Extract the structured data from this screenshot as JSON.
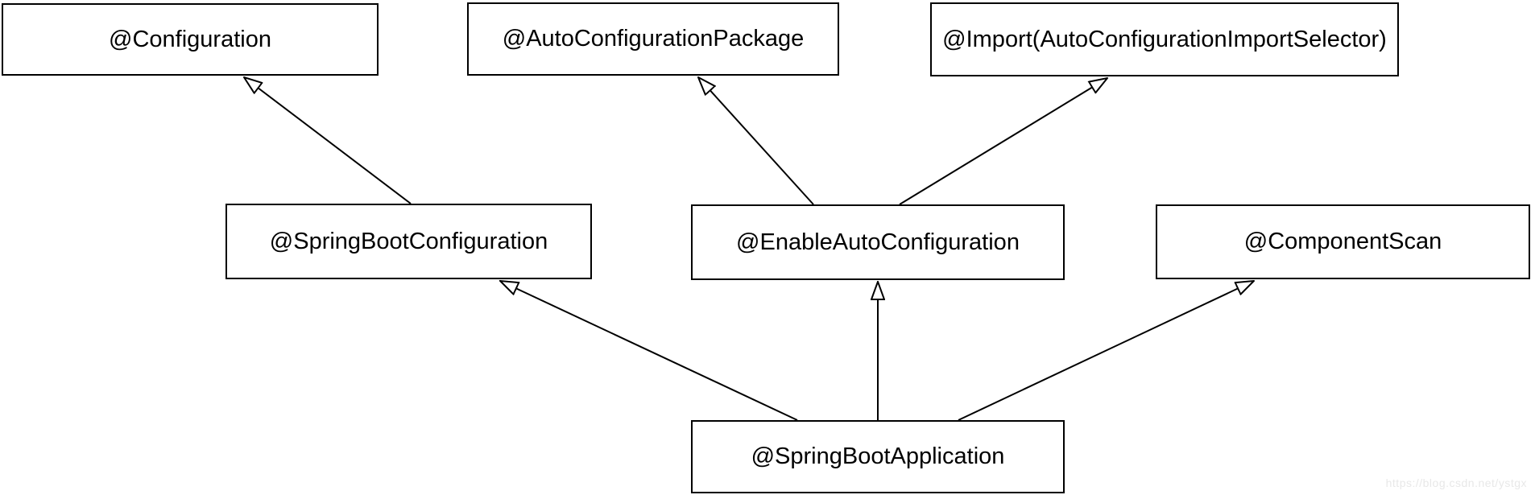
{
  "nodes": [
    {
      "id": "configuration",
      "label": "@Configuration"
    },
    {
      "id": "auto-configuration-package",
      "label": "@AutoConfigurationPackage"
    },
    {
      "id": "import-auto-configuration-import-selector",
      "label": "@Import(AutoConfigurationImportSelector)"
    },
    {
      "id": "spring-boot-configuration",
      "label": "@SpringBootConfiguration"
    },
    {
      "id": "enable-auto-configuration",
      "label": "@EnableAutoConfiguration"
    },
    {
      "id": "component-scan",
      "label": "@ComponentScan"
    },
    {
      "id": "spring-boot-application",
      "label": "@SpringBootApplication"
    }
  ],
  "edges": [
    {
      "from": "spring-boot-configuration",
      "to": "configuration",
      "arrowhead": "hollow-triangle"
    },
    {
      "from": "enable-auto-configuration",
      "to": "auto-configuration-package",
      "arrowhead": "hollow-triangle"
    },
    {
      "from": "enable-auto-configuration",
      "to": "import-auto-configuration-import-selector",
      "arrowhead": "hollow-triangle"
    },
    {
      "from": "spring-boot-application",
      "to": "spring-boot-configuration",
      "arrowhead": "hollow-triangle"
    },
    {
      "from": "spring-boot-application",
      "to": "enable-auto-configuration",
      "arrowhead": "hollow-triangle"
    },
    {
      "from": "spring-boot-application",
      "to": "component-scan",
      "arrowhead": "hollow-triangle"
    }
  ],
  "watermark": {
    "text": "https://blog.csdn.net/ystgx",
    "color": "#e8e8e8"
  },
  "colors": {
    "background": "#ffffff",
    "box_border": "#000000",
    "text": "#000000",
    "line": "#000000"
  }
}
